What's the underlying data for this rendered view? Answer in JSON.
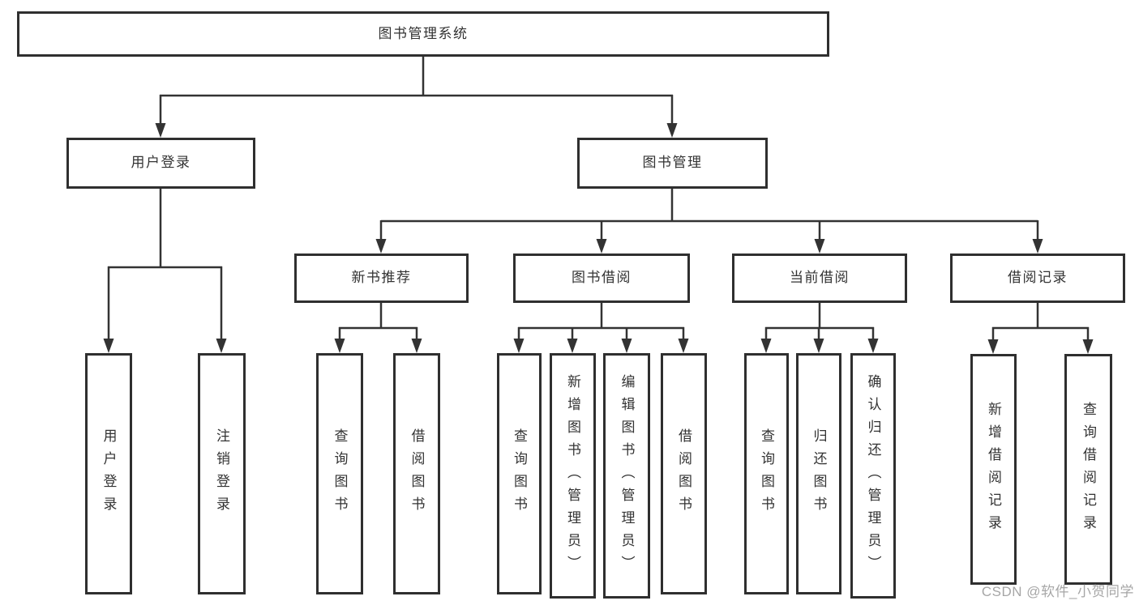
{
  "colors": {
    "line": "#333333",
    "box_border": "#2f2f2f",
    "text": "#333333",
    "background": "#ffffff",
    "watermark": "#a6a6a6"
  },
  "tree": {
    "label": "图书管理系统",
    "children": [
      {
        "label": "用户登录",
        "children": [
          {
            "label": "用户登录"
          },
          {
            "label": "注销登录"
          }
        ]
      },
      {
        "label": "图书管理",
        "children": [
          {
            "label": "新书推荐",
            "children": [
              {
                "label": "查询图书"
              },
              {
                "label": "借阅图书"
              }
            ]
          },
          {
            "label": "图书借阅",
            "children": [
              {
                "label": "查询图书"
              },
              {
                "label": "新增图书（管理员）"
              },
              {
                "label": "编辑图书（管理员）"
              },
              {
                "label": "借阅图书"
              }
            ]
          },
          {
            "label": "当前借阅",
            "children": [
              {
                "label": "查询图书"
              },
              {
                "label": "归还图书"
              },
              {
                "label": "确认归还（管理员）"
              }
            ]
          },
          {
            "label": "借阅记录",
            "children": [
              {
                "label": "新增借阅记录"
              },
              {
                "label": "查询借阅记录"
              }
            ]
          }
        ]
      }
    ]
  },
  "watermark": "CSDN @软件_小贺同学"
}
